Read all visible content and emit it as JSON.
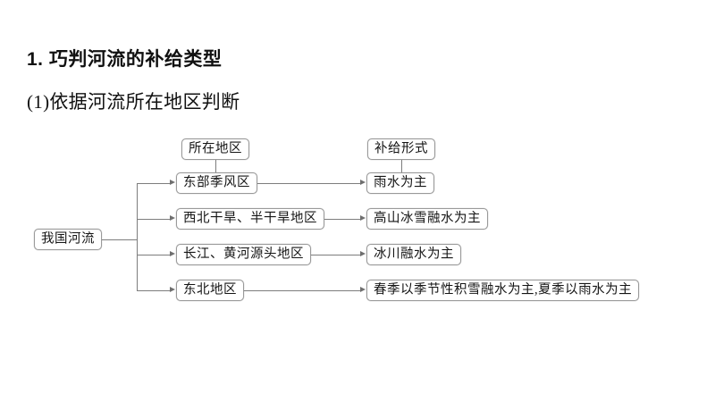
{
  "page": {
    "background": "#ffffff",
    "border_color": "#9a9a9a",
    "line_color": "#7d7d7d",
    "text_color": "#151515"
  },
  "headings": {
    "title": "1. 巧判河流的补给类型",
    "subtitle": "(1)依据河流所在地区判断"
  },
  "diagram": {
    "type": "tree",
    "root": "我国河流",
    "column_headers": {
      "left": "所在地区",
      "right": "补给形式"
    },
    "rows": [
      {
        "region": "东部季风区",
        "supply": "雨水为主"
      },
      {
        "region": "西北干旱、半干旱地区",
        "supply": "高山冰雪融水为主"
      },
      {
        "region": "长江、黄河源头地区",
        "supply": "冰川融水为主"
      },
      {
        "region": "东北地区",
        "supply": "春季以季节性积雪融水为主,夏季以雨水为主"
      }
    ]
  }
}
